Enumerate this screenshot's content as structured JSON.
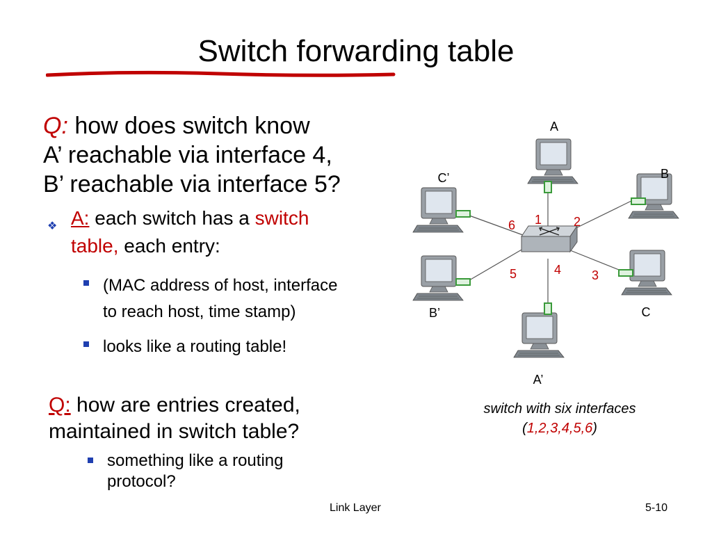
{
  "slide": {
    "title": "Switch forwarding table",
    "q1": {
      "q_label": "Q:",
      "line1": " how does switch know",
      "line2": "A’  reachable via interface 4,",
      "line3": "B’  reachable via interface 5?"
    },
    "answer": {
      "a_label": "A:",
      "text_before": "  each switch has a ",
      "highlight1": "switch",
      "highlight2": "table,",
      "text_after": " each entry:"
    },
    "sub_bullets": [
      {
        "line1": "(MAC address of host, interface",
        "line2": "to reach host, time stamp)"
      },
      {
        "line1": "looks like a routing table!"
      }
    ],
    "q2": {
      "q_label": "Q:",
      "line1": " how are entries created,",
      "line2": "maintained in switch table?"
    },
    "q2_sub": {
      "line1": "something like a routing",
      "line2": "protocol?"
    },
    "caption": {
      "line1": "switch with six interfaces",
      "paren_open": "(",
      "interfaces": "1,2,3,4,5,6",
      "paren_close": ")"
    },
    "footer": {
      "left": "Link Layer",
      "right": "5-10"
    }
  },
  "diagram": {
    "hosts": {
      "A": "A",
      "B": "B",
      "C": "C",
      "Ap": "A’",
      "Bp": "B’",
      "Cp": "C’"
    },
    "ports": {
      "p1": "1",
      "p2": "2",
      "p3": "3",
      "p4": "4",
      "p5": "5",
      "p6": "6"
    }
  },
  "colors": {
    "accent_red": "#c00000",
    "bullet_blue": "#1f3fb0",
    "port_green": "#3a9a3a"
  }
}
